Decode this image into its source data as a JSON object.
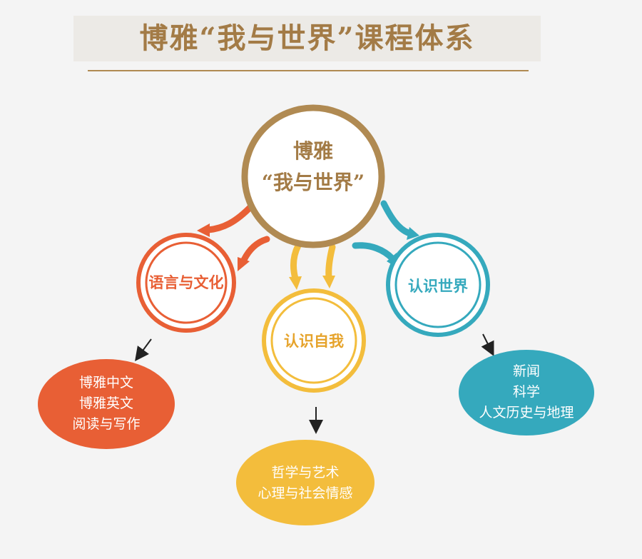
{
  "title": "博雅“我与世界”课程体系",
  "center": {
    "line1": "博雅",
    "line2": "“我与世界”"
  },
  "branches": {
    "language": {
      "label": "语言与文化",
      "items": [
        "博雅中文",
        "博雅英文",
        "阅读与写作"
      ]
    },
    "self": {
      "label": "认识自我",
      "items": [
        "哲学与艺术",
        "心理与社会情感"
      ]
    },
    "world": {
      "label": "认识世界",
      "items": [
        "新闻",
        "科学",
        "人文历史与地理"
      ]
    }
  },
  "colors": {
    "gold": "#b08a52",
    "orange": "#e85f35",
    "yellow": "#f3bd3c",
    "teal": "#35a9bd"
  }
}
